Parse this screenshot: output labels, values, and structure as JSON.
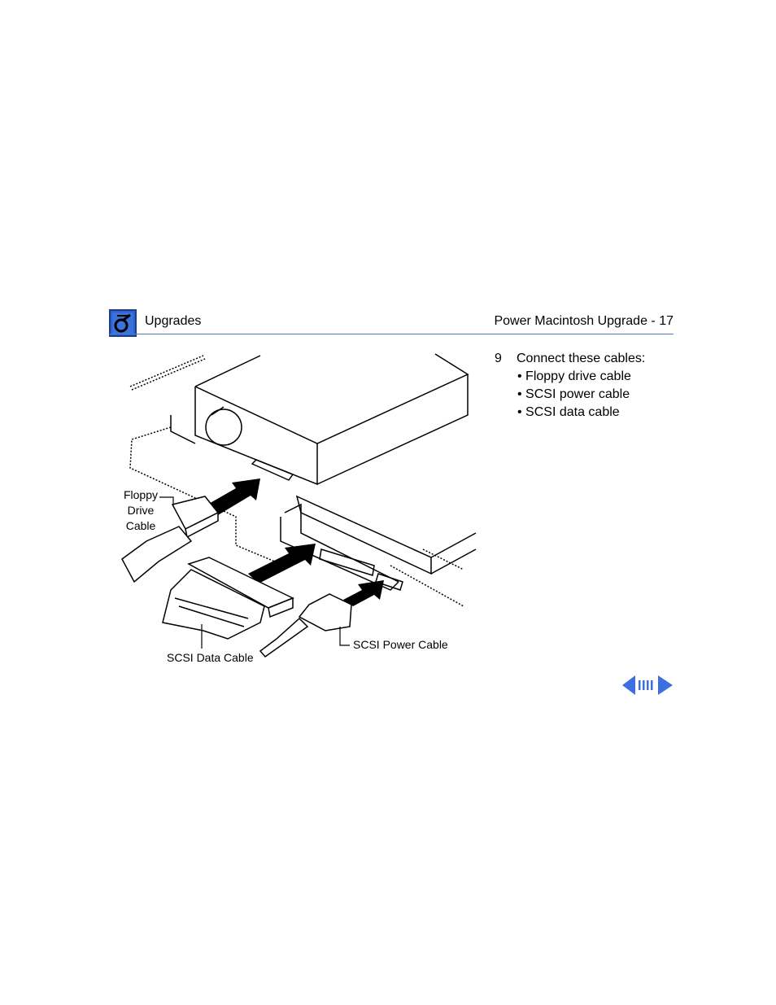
{
  "header": {
    "section": "Upgrades",
    "page_title": "Power Macintosh Upgrade - 17",
    "logo_icon": "apple-manual-logo-icon"
  },
  "figure": {
    "labels": {
      "floppy": [
        "Floppy",
        "Drive",
        "Cable"
      ],
      "scsi_data": "SCSI Data Cable",
      "scsi_power": "SCSI Power Cable"
    }
  },
  "step": {
    "number": "9",
    "text": "Connect these cables:",
    "bullets": [
      "• Floppy drive cable",
      "• SCSI power cable",
      "• SCSI data cable"
    ]
  },
  "nav": {
    "prev_icon": "left-arrow-icon",
    "index_icon": "page-index-icon",
    "next_icon": "right-arrow-icon",
    "color": "#3d6fe0"
  },
  "colors": {
    "rule": "#4a7fd0",
    "logo": "#2f62c8"
  }
}
